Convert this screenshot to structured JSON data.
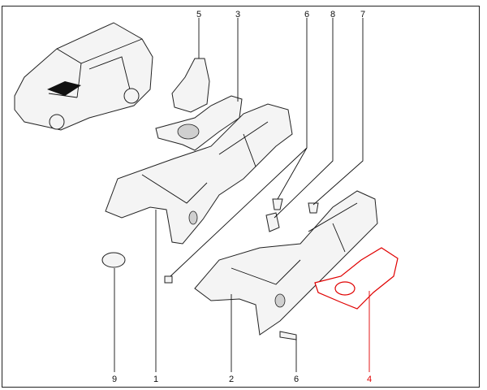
{
  "diagram": {
    "callouts_top": [
      "5",
      "3",
      "6",
      "8",
      "7"
    ],
    "callouts_bottom": [
      "9",
      "1",
      "2",
      "6",
      "4"
    ],
    "highlight_color": "#e00000",
    "highlighted_part": "4"
  }
}
